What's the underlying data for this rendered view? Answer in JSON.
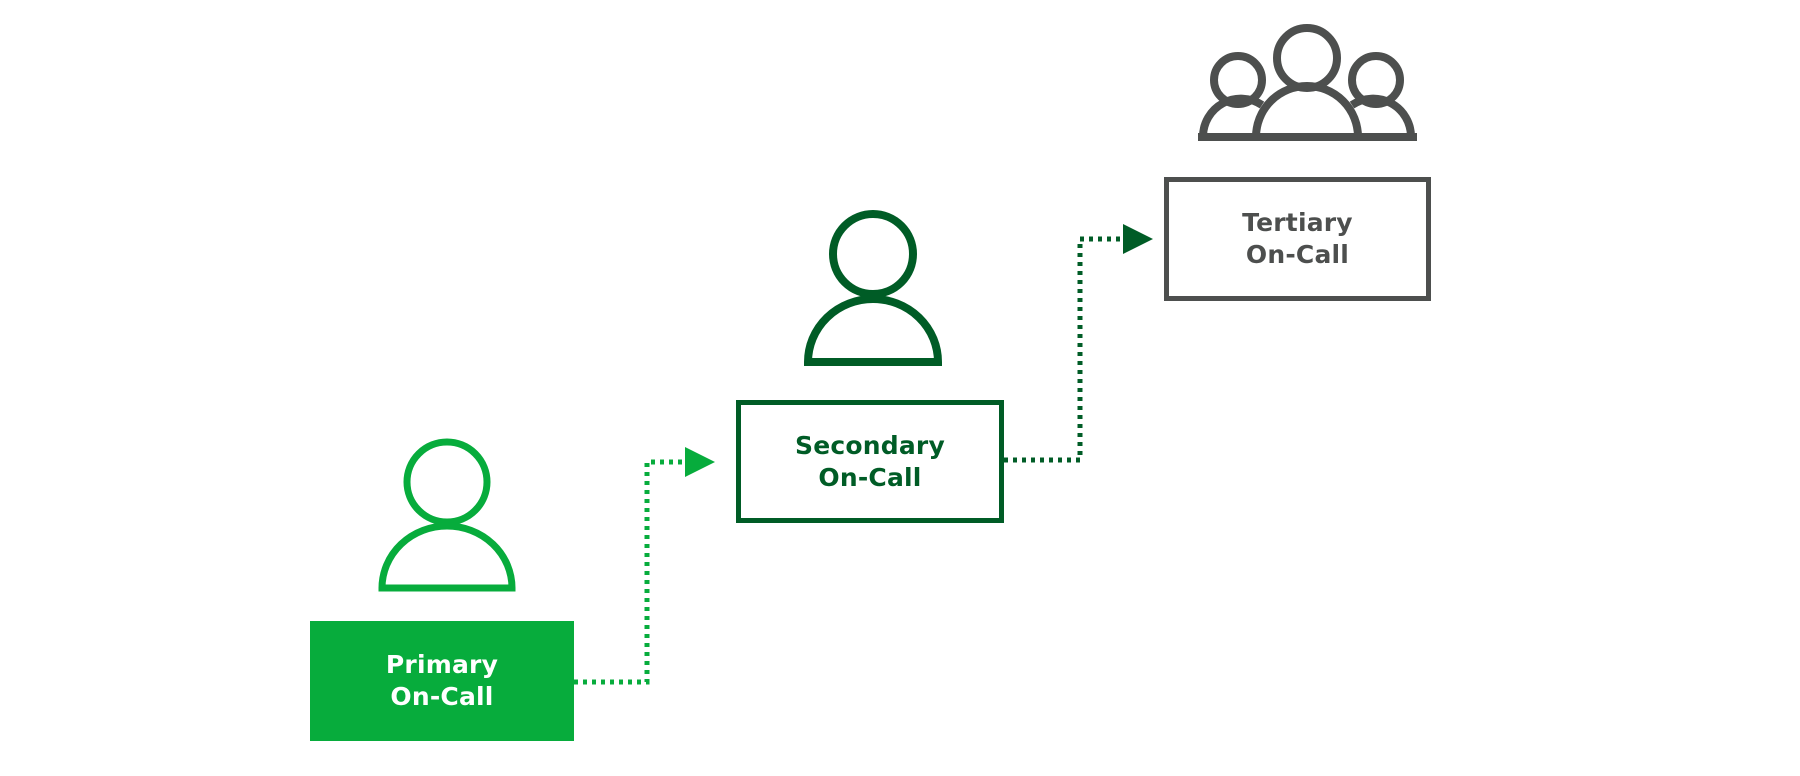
{
  "colors": {
    "primary": "#07AC3C",
    "secondary": "#005C26",
    "tertiary": "#4D4F4E",
    "background": "#FFFFFF"
  },
  "nodes": [
    {
      "id": "primary",
      "line1": "Primary",
      "line2": "On-Call",
      "icon": "person-icon"
    },
    {
      "id": "secondary",
      "line1": "Secondary",
      "line2": "On-Call",
      "icon": "person-icon"
    },
    {
      "id": "tertiary",
      "line1": "Tertiary",
      "line2": "On-Call",
      "icon": "group-icon"
    }
  ],
  "edges": [
    {
      "from": "primary",
      "to": "secondary",
      "style": "dotted",
      "arrow": "end"
    },
    {
      "from": "secondary",
      "to": "tertiary",
      "style": "dotted",
      "arrow": "end"
    }
  ]
}
